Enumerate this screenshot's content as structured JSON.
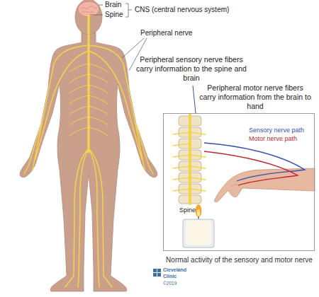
{
  "diagram": {
    "caption": "Normal activity of the sensory and motor nerve",
    "nodes": [
      {
        "text": [
          "Spine",
          "Sensory nerve path",
          "Motor nerve path"
        ]
      }
    ],
    "labels": [
      "Brain",
      "Spine",
      "CNS (central nervous system)",
      "Peripheral nerve",
      "Peripheral sensory nerve fibers carry information to the spine and brain",
      "Peripheral motor nerve fibers carry information from the brain to hand",
      "Cleveland Clinic",
      "©2019"
    ]
  }
}
